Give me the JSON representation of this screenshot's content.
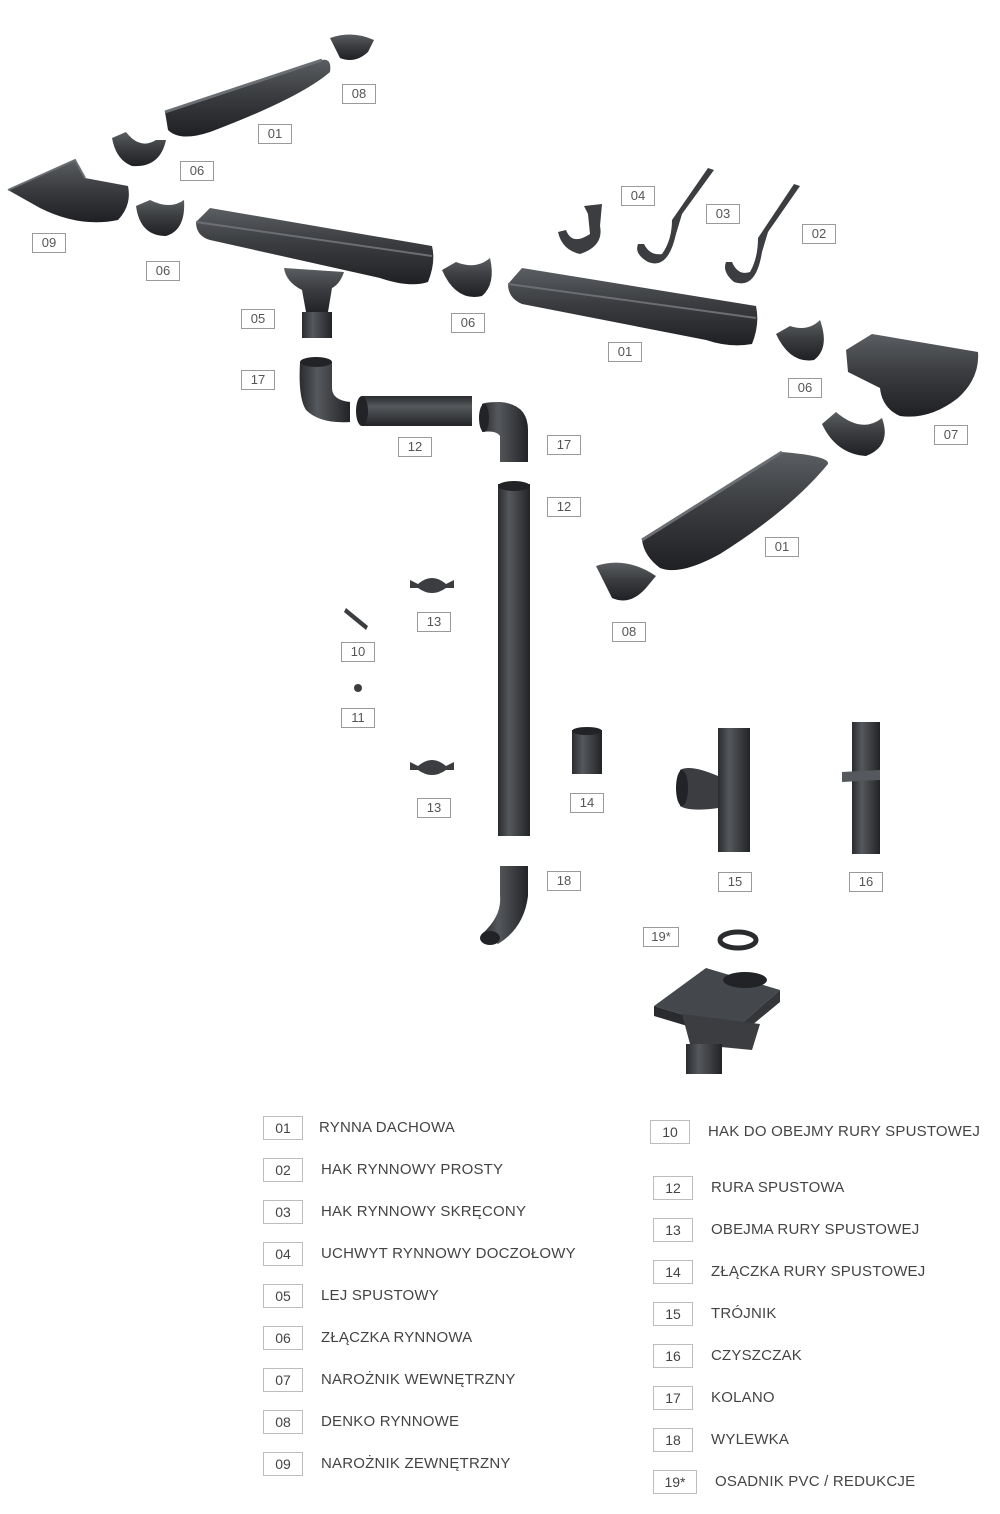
{
  "colors": {
    "part": "#3b3d40",
    "part_light": "#5b5e62",
    "part_dark": "#222326",
    "tag_border": "#9a9a9a"
  },
  "diagram": {
    "tags": [
      {
        "id": "t-08a",
        "text": "08"
      },
      {
        "id": "t-01a",
        "text": "01"
      },
      {
        "id": "t-06a",
        "text": "06"
      },
      {
        "id": "t-09",
        "text": "09"
      },
      {
        "id": "t-06b",
        "text": "06"
      },
      {
        "id": "t-04",
        "text": "04"
      },
      {
        "id": "t-03",
        "text": "03"
      },
      {
        "id": "t-02",
        "text": "02"
      },
      {
        "id": "t-05",
        "text": "05"
      },
      {
        "id": "t-06c",
        "text": "06"
      },
      {
        "id": "t-01b",
        "text": "01"
      },
      {
        "id": "t-06d",
        "text": "06"
      },
      {
        "id": "t-07",
        "text": "07"
      },
      {
        "id": "t-17a",
        "text": "17"
      },
      {
        "id": "t-12a",
        "text": "12"
      },
      {
        "id": "t-17b",
        "text": "17"
      },
      {
        "id": "t-12b",
        "text": "12"
      },
      {
        "id": "t-01c",
        "text": "01"
      },
      {
        "id": "t-13a",
        "text": "13"
      },
      {
        "id": "t-10",
        "text": "10"
      },
      {
        "id": "t-08b",
        "text": "08"
      },
      {
        "id": "t-11",
        "text": "11"
      },
      {
        "id": "t-13b",
        "text": "13"
      },
      {
        "id": "t-14",
        "text": "14"
      },
      {
        "id": "t-18",
        "text": "18"
      },
      {
        "id": "t-15",
        "text": "15"
      },
      {
        "id": "t-16",
        "text": "16"
      },
      {
        "id": "t-19",
        "text": "19*"
      }
    ]
  },
  "legend": {
    "left": [
      {
        "code": "01",
        "label": "RYNNA DACHOWA"
      },
      {
        "code": "02",
        "label": "HAK RYNNOWY PROSTY"
      },
      {
        "code": "03",
        "label": "HAK RYNNOWY SKRĘCONY"
      },
      {
        "code": "04",
        "label": "UCHWYT RYNNOWY DOCZOŁOWY"
      },
      {
        "code": "05",
        "label": "LEJ SPUSTOWY"
      },
      {
        "code": "06",
        "label": "ZŁĄCZKA RYNNOWA"
      },
      {
        "code": "07",
        "label": "NAROŻNIK WEWNĘTRZNY"
      },
      {
        "code": "08",
        "label": "DENKO RYNNOWE"
      },
      {
        "code": "09",
        "label": "NAROŻNIK ZEWNĘTRZNY"
      }
    ],
    "right": [
      {
        "code": "10",
        "label": "HAK DO OBEJMY RURY SPUSTOWEJ"
      },
      {
        "code": "12",
        "label": "RURA SPUSTOWA"
      },
      {
        "code": "13",
        "label": "OBEJMA RURY SPUSTOWEJ"
      },
      {
        "code": "14",
        "label": "ZŁĄCZKA RURY SPUSTOWEJ"
      },
      {
        "code": "15",
        "label": "TRÓJNIK"
      },
      {
        "code": "16",
        "label": "CZYSZCZAK"
      },
      {
        "code": "17",
        "label": "KOLANO"
      },
      {
        "code": "18",
        "label": "WYLEWKA"
      },
      {
        "code": "19*",
        "label": "OSADNIK PVC / REDUKCJE"
      }
    ]
  }
}
